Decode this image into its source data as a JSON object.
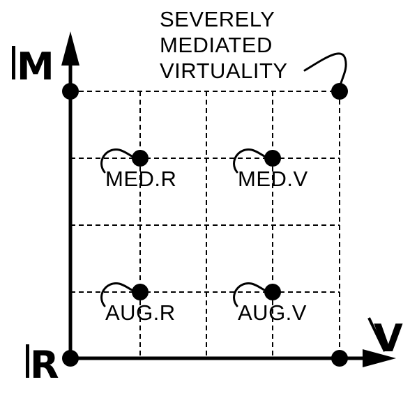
{
  "axes": {
    "vertical_label": "M",
    "horizontal_label": "V",
    "origin_label": "R"
  },
  "labels": {
    "severely_line1": "SEVERELY",
    "severely_line2": "MEDIATED",
    "severely_line3": "VIRTUALITY",
    "med_r": "MED.R",
    "med_v": "MED.V",
    "aug_r": "AUG.R",
    "aug_v": "AUG.V"
  },
  "colors": {
    "foreground": "#000000",
    "background": "#ffffff"
  }
}
